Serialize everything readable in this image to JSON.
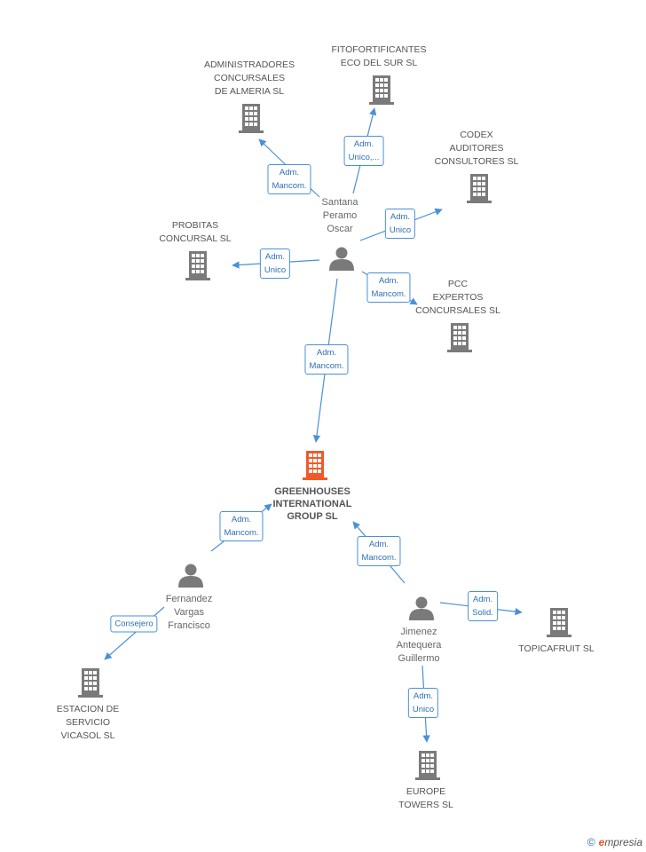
{
  "nodes": {
    "main": {
      "label": "GREENHOUSES\nINTERNATIONAL\nGROUP SL",
      "icon": "building-icon",
      "color": "#f05a2a"
    },
    "administradores": {
      "label": "ADMINISTRADORES\nCONCURSALES\nDE ALMERIA SL",
      "icon": "building-icon"
    },
    "fitofortificantes": {
      "label": "FITOFORTIFICANTES\nECO DEL SUR SL",
      "icon": "building-icon"
    },
    "codex": {
      "label": "CODEX\nAUDITORES\nCONSULTORES SL",
      "icon": "building-icon"
    },
    "probitas": {
      "label": "PROBITAS\nCONCURSAL SL",
      "icon": "building-icon"
    },
    "pcc": {
      "label": "PCC\nEXPERTOS\nCONCURSALES SL",
      "icon": "building-icon"
    },
    "estacion": {
      "label": "ESTACION DE\nSERVICIO\nVICASOL  SL",
      "icon": "building-icon"
    },
    "topicafruit": {
      "label": "TOPICAFRUIT SL",
      "icon": "building-icon"
    },
    "europe": {
      "label": "EUROPE\nTOWERS SL",
      "icon": "building-icon"
    },
    "santana": {
      "label": "Santana\nPeramo\nOscar",
      "icon": "person-icon"
    },
    "fernandez": {
      "label": "Fernandez\nVargas\nFrancisco",
      "icon": "person-icon"
    },
    "jimenez": {
      "label": "Jimenez\nAntequera\nGuillermo",
      "icon": "person-icon"
    }
  },
  "edges": {
    "santana_administradores": "Adm.\nMancom.",
    "santana_fitofortificantes": "Adm.\nUnico,...",
    "santana_codex": "Adm.\nUnico",
    "santana_probitas": "Adm.\nUnico",
    "santana_pcc": "Adm.\nMancom.",
    "santana_main": "Adm.\nMancom.",
    "fernandez_main": "Adm.\nMancom.",
    "fernandez_estacion": "Consejero",
    "jimenez_main": "Adm.\nMancom.",
    "jimenez_topicafruit": "Adm.\nSolid.",
    "jimenez_europe": "Adm.\nUnico"
  },
  "colors": {
    "building": "#7a7a7a",
    "person": "#7a7a7a",
    "edge": "#4a90d9",
    "main": "#f05a2a"
  },
  "footer": {
    "copyright": "©",
    "brand_initial": "e",
    "brand_rest": "mpresia"
  }
}
